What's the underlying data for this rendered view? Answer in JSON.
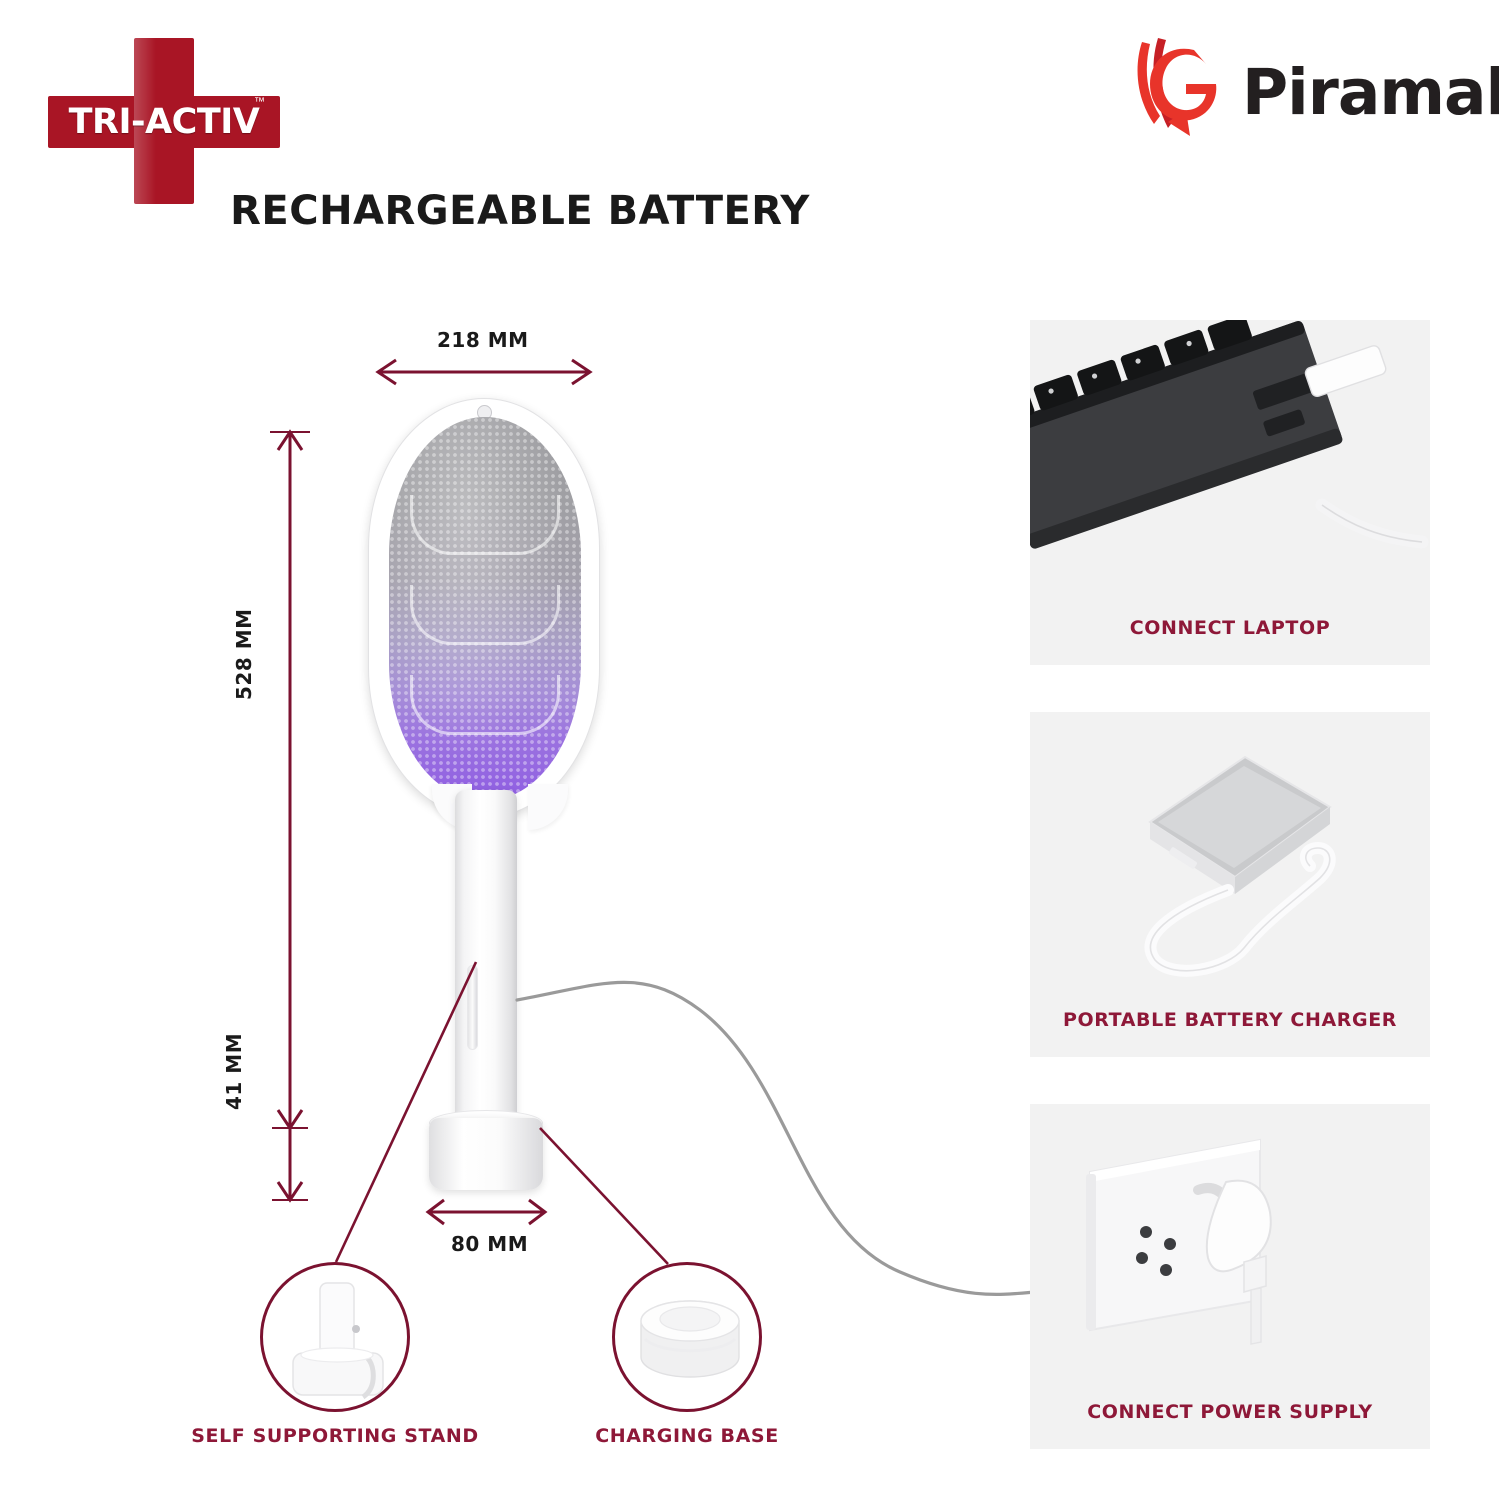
{
  "brand": {
    "triactiv_name": "TRI-ACTIV",
    "triactiv_tm": "™",
    "piramal_name": "Piramal",
    "cross_color": "#a91525",
    "piramal_mark_color": "#e8342a",
    "piramal_text_color": "#231f20"
  },
  "header": {
    "title": "RECHARGEABLE BATTERY"
  },
  "dimensions": {
    "width": "218 MM",
    "height": "528 MM",
    "base_height": "41 MM",
    "base_diameter": "80 MM",
    "annotation_color": "#7b1230"
  },
  "callouts": [
    {
      "label": "SELF SUPPORTING STAND",
      "icon": "stand-icon"
    },
    {
      "label": "CHARGING BASE",
      "icon": "charging-base-icon"
    }
  ],
  "charging_panels": [
    {
      "label": "CONNECT LAPTOP",
      "icon": "laptop-usb-icon"
    },
    {
      "label": "PORTABLE BATTERY CHARGER",
      "icon": "power-bank-icon"
    },
    {
      "label": "CONNECT POWER SUPPLY",
      "icon": "wall-socket-icon"
    }
  ],
  "product": {
    "name": "rechargeable-mosquito-racket",
    "mesh_gradient_top": "#9a9a9e",
    "mesh_gradient_bottom": "#8f5ee2",
    "body_color": "#ffffff",
    "cable_color": "#9a9a9a"
  },
  "caption_color": "#8e1838",
  "panel_background": "#f2f2f2"
}
